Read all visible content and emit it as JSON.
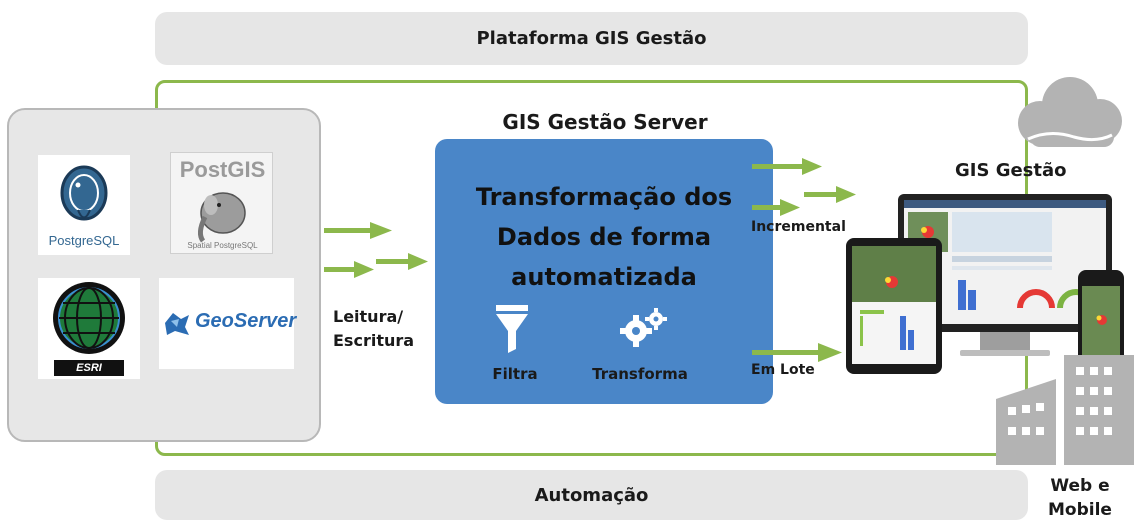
{
  "platform_title": "Plataforma GIS Gestão",
  "automation_title": "Automação",
  "server": {
    "title": "GIS Gestão Server",
    "main_line1": "Transformação dos",
    "main_line2": "Dados de forma",
    "main_line3": "automatizada",
    "filter_label": "Filtra",
    "transform_label": "Transforma"
  },
  "sources": {
    "postgresql_label": "PostgreSQL",
    "postgis_title": "PostGIS",
    "postgis_subtitle": "Spatial PostgreSQL",
    "esri_label": "ESRI",
    "geoserver_label": "GeoServer"
  },
  "connector_labels": {
    "read_write_line1": "Leitura/",
    "read_write_line2": "Escritura",
    "incremental": "Incremental",
    "batch": "Em Lote"
  },
  "output": {
    "title": "GIS Gestão",
    "web_mobile_line1": "Web e",
    "web_mobile_line2": "Mobile"
  },
  "colors": {
    "accent_green": "#8cb84c",
    "server_blue": "#4a86c8",
    "bar_gray": "#e6e6e6",
    "postgres_blue": "#336791",
    "geoserver_blue": "#2b6cb3"
  }
}
